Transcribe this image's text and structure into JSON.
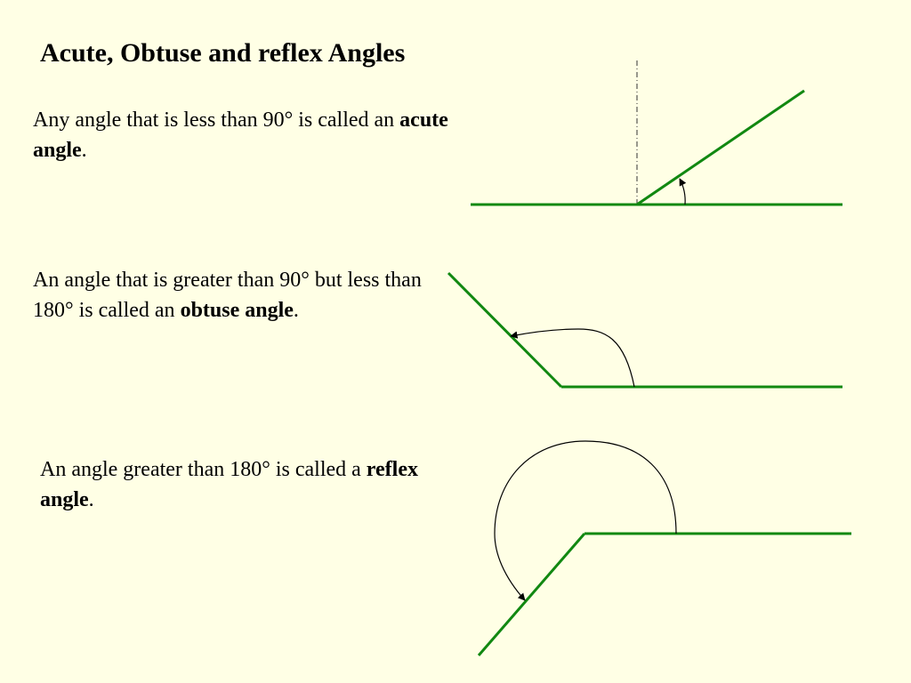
{
  "title": "Acute, Obtuse and reflex Angles",
  "colors": {
    "background": "#ffffe5",
    "line": "#118811",
    "arc": "#000000"
  },
  "acute": {
    "text": "Any angle that is less than 90° is called an",
    "term": "acute angle",
    "after": "."
  },
  "obtuse": {
    "text": "An angle that is greater than 90° but less than 180° is called an",
    "term": "obtuse angle",
    "after": "."
  },
  "reflex": {
    "text": "An angle greater than 180° is called a",
    "term": "reflex angle",
    "after": "."
  }
}
